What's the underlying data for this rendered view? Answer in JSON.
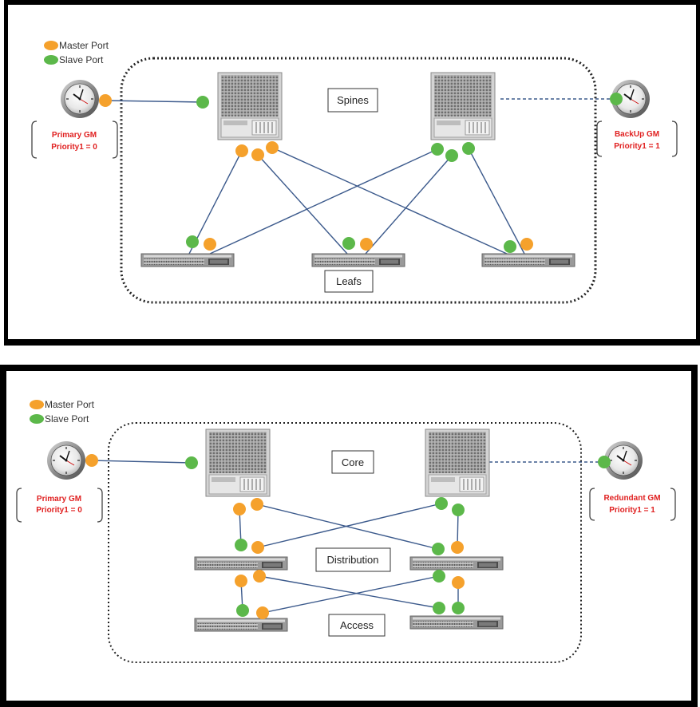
{
  "legend": {
    "master_port": "Master Port",
    "slave_port": "Slave Port"
  },
  "colors": {
    "master": "#f5a12c",
    "slave": "#5cb84a",
    "link": "#3c5a8c",
    "gm_text": "#e02020",
    "boundary": "#222222"
  },
  "diagram_top": {
    "tiers": {
      "upper": "Spines",
      "lower": "Leafs"
    },
    "primary_gm": {
      "name": "Primary GM",
      "priority": "Priority1 = 0"
    },
    "backup_gm": {
      "name": "BackUp GM",
      "priority": "Priority1 = 1"
    }
  },
  "diagram_bottom": {
    "tiers": {
      "core": "Core",
      "distribution": "Distribution",
      "access": "Access"
    },
    "primary_gm": {
      "name": "Primary GM",
      "priority": "Priority1 = 0"
    },
    "redundant_gm": {
      "name": "Redundant GM",
      "priority": "Priority1 = 1"
    }
  },
  "icons": {
    "clock": "clock-icon",
    "chassis": "chassis-switch-icon",
    "switch": "rack-switch-icon"
  }
}
